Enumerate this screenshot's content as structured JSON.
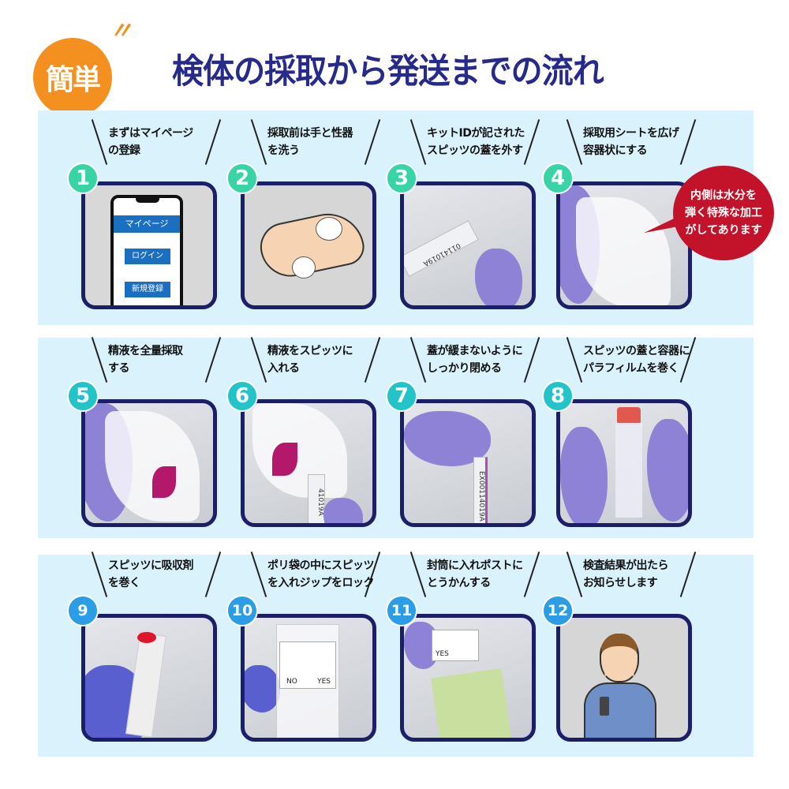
{
  "header": {
    "badge": "簡単",
    "title": "検体の採取から発送までの流れ"
  },
  "steps": [
    {
      "num": "1",
      "caption": [
        "まずはマイページ",
        "の登録"
      ],
      "phone": {
        "header": "マイページ",
        "login": "ログイン",
        "register": "新規登録"
      }
    },
    {
      "num": "2",
      "caption": [
        "採取前は手と性器",
        "を洗う"
      ]
    },
    {
      "num": "3",
      "caption": [
        "キットIDが記された",
        "スピッツの蓋を外す"
      ],
      "tube_label": "01141019A"
    },
    {
      "num": "4",
      "caption": [
        "採取用シートを広げ",
        "容器状にする"
      ],
      "callout": [
        "内側は水分を",
        "弾く特殊な加工",
        "がしてあります"
      ]
    },
    {
      "num": "5",
      "caption": [
        "精液を全量採取",
        "する"
      ]
    },
    {
      "num": "6",
      "caption": [
        "精液をスピッツに",
        "入れる"
      ],
      "tube_label": "41019A"
    },
    {
      "num": "7",
      "caption": [
        "蓋が緩まないように",
        "しっかり閉める"
      ],
      "tube_label": "EX00114019A"
    },
    {
      "num": "8",
      "caption": [
        "スピッツの蓋と容器に",
        "パラフィルムを巻く"
      ]
    },
    {
      "num": "9",
      "caption": [
        "スピッツに吸収剤",
        "を巻く"
      ]
    },
    {
      "num": "10",
      "caption": [
        "ポリ袋の中にスピッツ",
        "を入れジップをロック"
      ],
      "bag_no": "NO",
      "bag_yes": "YES"
    },
    {
      "num": "11",
      "caption": [
        "封筒に入れポストに",
        "とうかんする"
      ],
      "card_yes": "YES"
    },
    {
      "num": "12",
      "caption": [
        "検査結果が出たら",
        "お知らせします"
      ]
    }
  ],
  "colors": {
    "navy": "#262a8a",
    "orange": "#f39020",
    "red": "#c3132a",
    "panel": "#d9f2fc"
  }
}
